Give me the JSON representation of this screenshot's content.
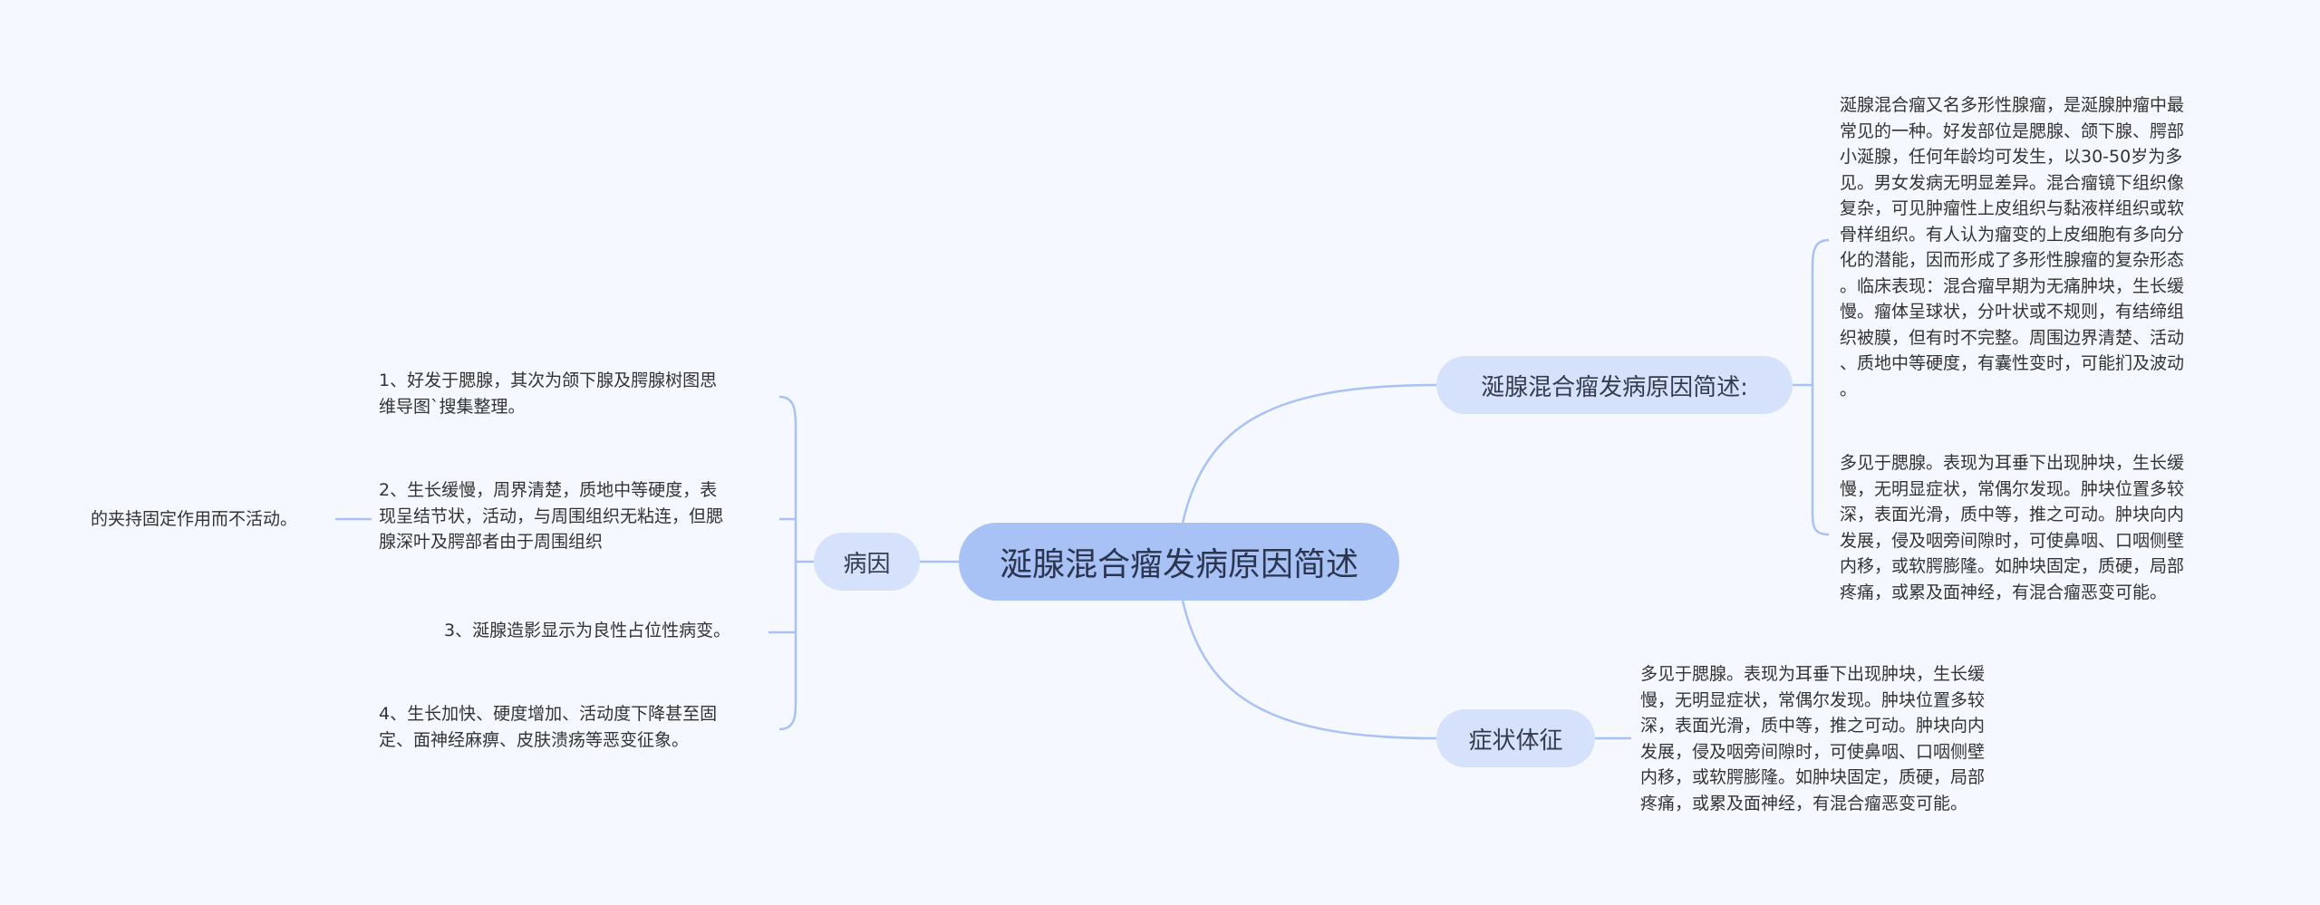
{
  "root": {
    "label": "涎腺混合瘤发病原因简述"
  },
  "branches": {
    "overview": {
      "label": "涎腺混合瘤发病原因简述:",
      "details": [
        "涎腺混合瘤又名多形性腺瘤，是涎腺肿瘤中最\n常见的一种。好发部位是腮腺、颌下腺、腭部\n小涎腺，任何年龄均可发生，以30-50岁为多\n见。男女发病无明显差异。混合瘤镜下组织像\n复杂，可见肿瘤性上皮组织与黏液样组织或软\n骨样组织。有人认为瘤变的上皮细胞有多向分\n化的潜能，因而形成了多形性腺瘤的复杂形态\n。临床表现：混合瘤早期为无痛肿块，生长缓\n慢。瘤体呈球状，分叶状或不规则，有结缔组\n织被膜，但有时不完整。周围边界清楚、活动\n、质地中等硬度，有囊性变时，可能扪及波动\n。",
        "多见于腮腺。表现为耳垂下出现肿块，生长缓\n慢，无明显症状，常偶尔发现。肿块位置多较\n深，表面光滑，质中等，推之可动。肿块向内\n发展，侵及咽旁间隙时，可使鼻咽、口咽侧壁\n内移，或软腭膨隆。如肿块固定，质硬，局部\n疼痛，或累及面神经，有混合瘤恶变可能。"
      ]
    },
    "symptoms": {
      "label": "症状体征",
      "details": [
        "多见于腮腺。表现为耳垂下出现肿块，生长缓\n慢，无明显症状，常偶尔发现。肿块位置多较\n深，表面光滑，质中等，推之可动。肿块向内\n发展，侵及咽旁间隙时，可使鼻咽、口咽侧壁\n内移，或软腭膨隆。如肿块固定，质硬，局部\n疼痛，或累及面神经，有混合瘤恶变可能。"
      ]
    },
    "cause": {
      "label": "病因",
      "details": [
        "1、好发于腮腺，其次为颌下腺及腭腺树图思\n维导图`搜集整理。",
        "2、生长缓慢，周界清楚，质地中等硬度，表\n现呈结节状，活动，与周围组织无粘连，但腮\n腺深叶及腭部者由于周围组织",
        "3、涎腺造影显示为良性占位性病变。",
        "4、生长加快、硬度增加、活动度下降甚至固\n定、面神经麻痹、皮肤溃疡等恶变征象。"
      ],
      "sub_detail": "的夹持固定作用而不活动。"
    }
  },
  "colors": {
    "background": "#f5f8fe",
    "root_fill": "#a9c2f5",
    "branch_fill": "#d6e2fb",
    "connector": "#a9c2f5"
  }
}
